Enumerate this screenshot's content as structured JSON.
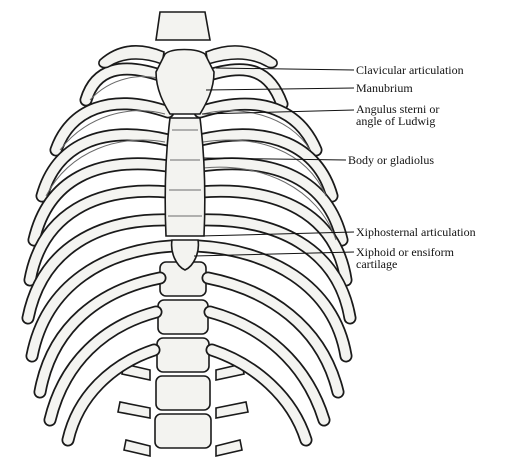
{
  "labels": {
    "clavicular_articulation": "Clavicular articulation",
    "manubrium": "Manubrium",
    "angulus_sterni_line1": "Angulus sterni or",
    "angulus_sterni_line2": "angle of Ludwig",
    "body": "Body or gladiolus",
    "xiphosternal": "Xiphosternal articulation",
    "xiphoid_line1": "Xiphoid or ensiform",
    "xiphoid_line2": "cartilage"
  }
}
